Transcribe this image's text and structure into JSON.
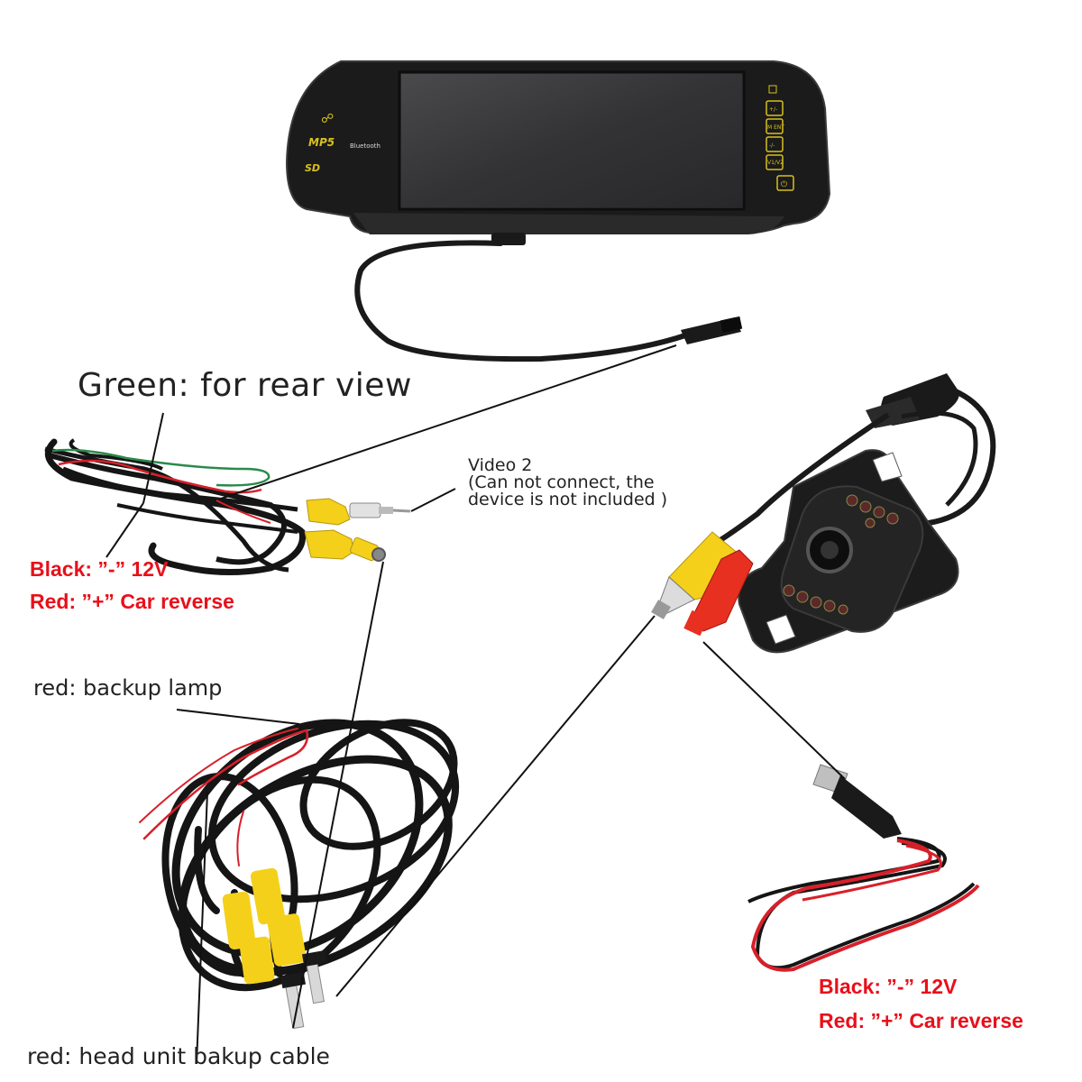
{
  "labels": {
    "green_rear_view": "Green: for rear view",
    "video2_title": "Video 2",
    "video2_note_1": "(Can not connect, the",
    "video2_note_2": "device is not included )",
    "left_black": "Black: ”-” 12V",
    "left_red": "Red: ”+” Car reverse",
    "backup_lamp": "red: backup lamp",
    "head_unit": "red: head unit bakup cable",
    "right_black": "Black: ”-” 12V",
    "right_red": "Red: ”+” Car reverse"
  },
  "monitor": {
    "logo_mp5": "MP5",
    "logo_bluetooth": "Bluetooth",
    "logo_sd": "SD",
    "button_labels": [
      "+/-",
      "M ENT",
      "-/-",
      "V1/V2",
      "⏻"
    ]
  },
  "colors": {
    "label_red": "#e8101a",
    "rca_yellow": "#f4d01a",
    "rca_red": "#e83020",
    "wire_red": "#d8202a",
    "wire_green": "#2a8a4a",
    "cable_black": "#151515",
    "button_yellow": "#d8c020"
  }
}
